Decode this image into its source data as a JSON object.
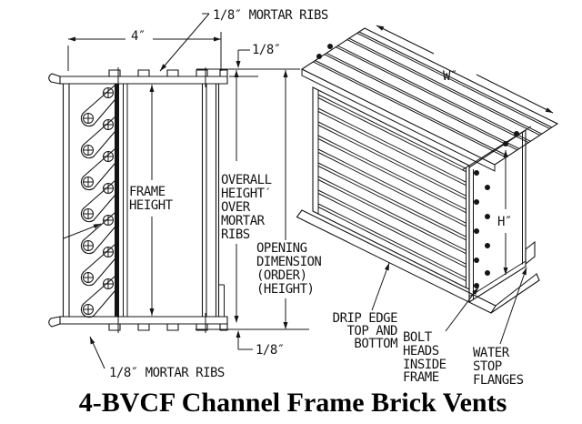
{
  "title": "4-BVCF Channel Frame Brick Vents",
  "colors": {
    "ink": "#141414",
    "paper": "#ffffff"
  },
  "section_view": {
    "mortar_ribs_top_label": "1/8″ MORTAR RIBS",
    "width_dim_label": "4″",
    "rib_height_top_label": "1/8″",
    "frame_height_label": [
      "FRAME",
      "HEIGHT"
    ],
    "overall_height_label": [
      "OVERALL",
      "HEIGHT′",
      "OVER",
      "MORTAR",
      "RIBS"
    ],
    "opening_dim_label": [
      "OPENING",
      "DIMENSION",
      "(ORDER)",
      "(HEIGHT)"
    ],
    "rib_height_bottom_label": "1/8″",
    "mortar_ribs_bottom_label": "1/8″ MORTAR RIBS"
  },
  "isometric_view": {
    "width_dim_label": "W″",
    "height_dim_label": "H″",
    "drip_edge_label": [
      "DRIP EDGE",
      "TOP AND",
      "BOTTOM"
    ],
    "bolt_heads_label": [
      "BOLT",
      "HEADS",
      "INSIDE",
      "FRAME"
    ],
    "water_stop_label": [
      "WATER",
      "STOP",
      "FLANGES"
    ]
  }
}
